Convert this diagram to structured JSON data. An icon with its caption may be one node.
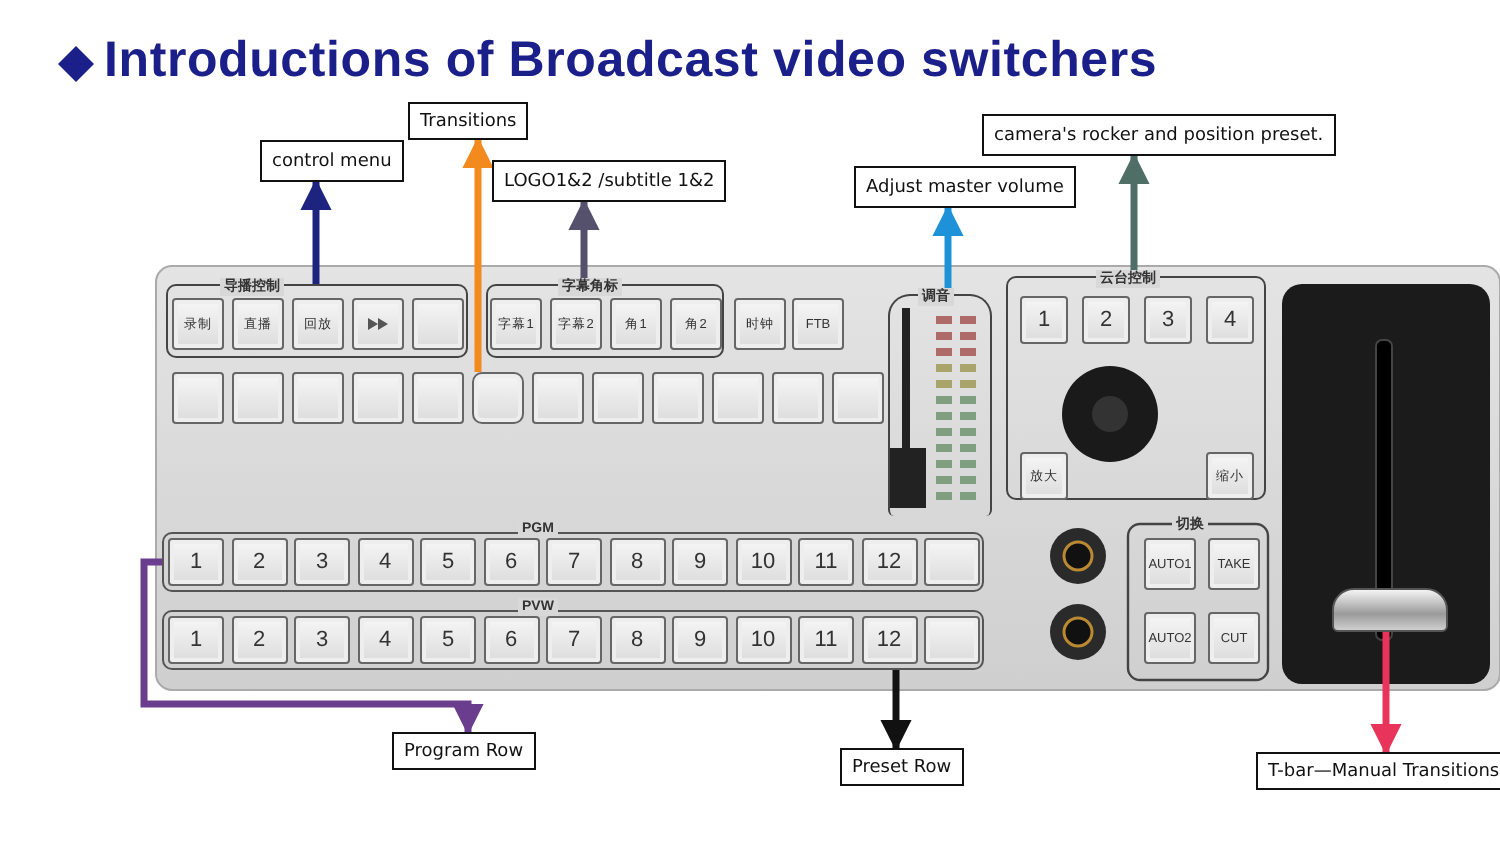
{
  "diagram": {
    "title": "Introductions of Broadcast video switchers",
    "nodes": [
      {
        "text": [
          "control menu"
        ]
      },
      {
        "text": [
          "Transitions"
        ]
      },
      {
        "text": [
          "LOGO1&2 /subtitle 1&2"
        ]
      },
      {
        "text": [
          "Adjust master volume"
        ]
      },
      {
        "text": [
          "camera's rocker and position preset."
        ]
      },
      {
        "text": [
          "Program Row"
        ]
      },
      {
        "text": [
          "Preset Row"
        ]
      },
      {
        "text": [
          "T-bar—Manual Transitions"
        ]
      },
      {
        "text": [],
        "shape": "box"
      },
      {
        "text": [],
        "shape": "box"
      },
      {
        "text": [],
        "shape": "box"
      },
      {
        "text": [],
        "shape": "bar"
      },
      {
        "text": [],
        "shape": "box"
      },
      {
        "text": [],
        "shape": "box"
      },
      {
        "text": [],
        "shape": "box"
      },
      {
        "text": [],
        "shape": "bar"
      }
    ],
    "edges": [
      {
        "from": 8,
        "to": 0,
        "arrow": "to",
        "color": "#1c2480"
      },
      {
        "from": 9,
        "to": 1,
        "arrow": "to",
        "color": "#f28a1e"
      },
      {
        "from": 10,
        "to": 2,
        "arrow": "to",
        "color": "#55506c"
      },
      {
        "from": 11,
        "to": 3,
        "arrow": "to",
        "color": "#1e92d8"
      },
      {
        "from": 12,
        "to": 4,
        "arrow": "to",
        "color": "#4f6e66"
      },
      {
        "from": 13,
        "to": 5,
        "arrow": "to",
        "color": "#6a3d8f"
      },
      {
        "from": 14,
        "to": 6,
        "arrow": "to",
        "color": "#111111"
      },
      {
        "from": 15,
        "to": 7,
        "arrow": "to",
        "color": "#e8345a"
      }
    ],
    "labels": [
      "导播控制",
      "字幕角标",
      "调音",
      "云台控制",
      "录制",
      "直播",
      "回放",
      "字幕1",
      "字幕2",
      "角1",
      "角2",
      "时钟",
      "FTB",
      "1",
      "2",
      "3",
      "4",
      "放大",
      "缩小",
      "PGM",
      "1",
      "2",
      "3",
      "4",
      "5",
      "6",
      "7",
      "8",
      "9",
      "10",
      "11",
      "12",
      "切换",
      "AUTO1",
      "TAKE",
      "PVW",
      "1",
      "2",
      "3",
      "4",
      "5",
      "6",
      "7",
      "8",
      "9",
      "10",
      "11",
      "12",
      "AUTO2",
      "CUT"
    ]
  }
}
